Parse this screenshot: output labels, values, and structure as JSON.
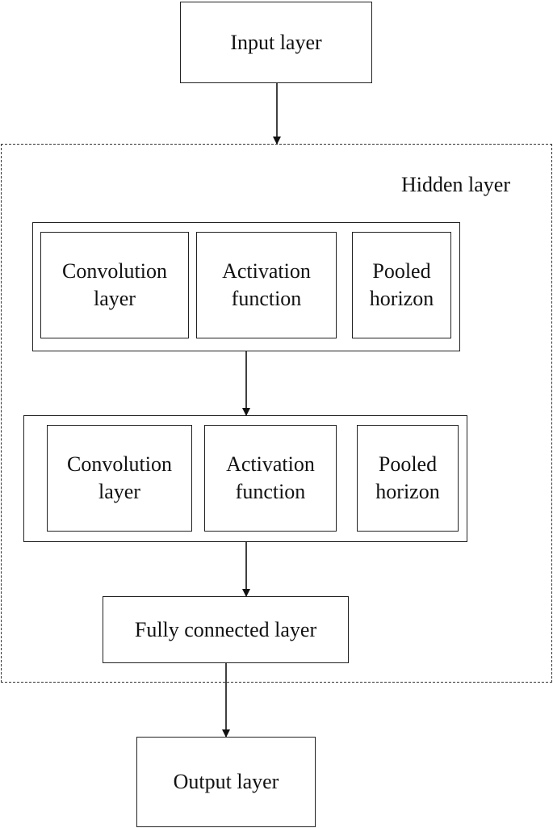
{
  "input": {
    "label": "Input layer"
  },
  "hidden": {
    "label": "Hidden layer",
    "blocks": [
      {
        "conv": "Convolution\nlayer",
        "act": "Activation\nfunction",
        "pool": "Pooled\nhorizon"
      },
      {
        "conv": "Convolution\nlayer",
        "act": "Activation\nfunction",
        "pool": "Pooled\nhorizon"
      }
    ],
    "fc": "Fully connected layer"
  },
  "output": {
    "label": "Output layer"
  }
}
